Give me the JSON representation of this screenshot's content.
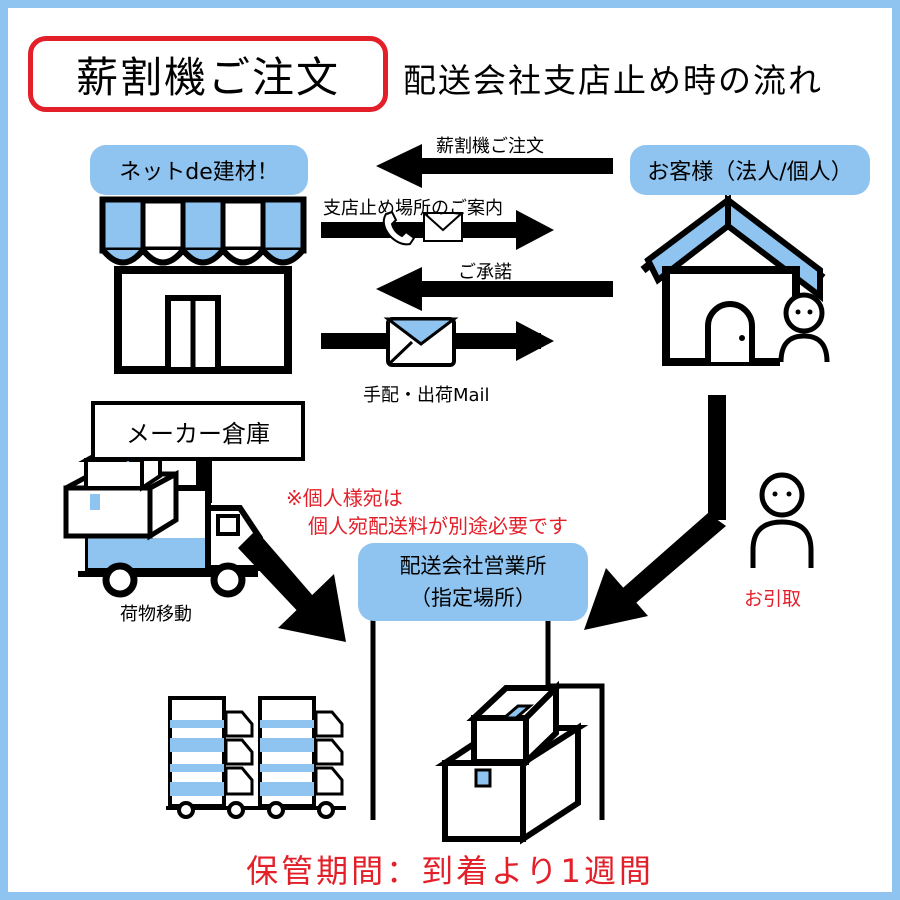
{
  "header": {
    "title": "薪割機ご注文",
    "subtitle": "配送会社支店止め時の流れ"
  },
  "nodes": {
    "shop_label": "ネットde建材！",
    "customer_label": "お客様（法人/個人）",
    "warehouse_label": "メーカー倉庫",
    "truck_label": "荷物移動",
    "office_label_line1": "配送会社営業所",
    "office_label_line2": "（指定場所）",
    "pickup_label": "お引取"
  },
  "arrows": {
    "order": "薪割機ご注文",
    "guide": "支店止め場所のご案内",
    "consent": "ご承諾",
    "mail": "手配・出荷Mail"
  },
  "notes": {
    "personal_line1": "※個人様宛は",
    "personal_line2": "個人宛配送料が別途必要です"
  },
  "footer": {
    "storage": "保管期間：到着より1週間"
  },
  "colors": {
    "accent_blue": "#8fc4f0",
    "alert_red": "#e3202a"
  }
}
